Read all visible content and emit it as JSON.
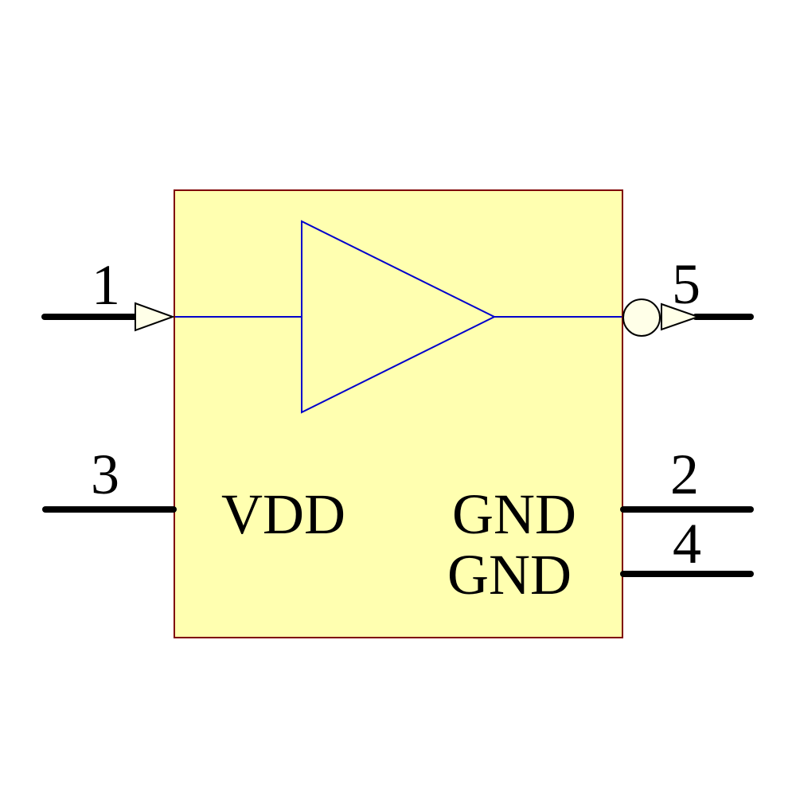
{
  "schematic": {
    "kind": "buffer-gate-symbol",
    "pins": {
      "p1": {
        "number": "1"
      },
      "p5": {
        "number": "5"
      },
      "p3": {
        "number": "3",
        "name": "VDD"
      },
      "p2": {
        "number": "2",
        "name": "GND"
      },
      "p4": {
        "number": "4",
        "name": "GND"
      }
    }
  },
  "colors": {
    "background": "#ffffff",
    "body_fill": "#FFFFB0",
    "body_border": "#7F0000",
    "wire": "#0000CC",
    "pin_stroke": "#000000",
    "port_fill": "#FFFFE8",
    "text": "#000000"
  }
}
